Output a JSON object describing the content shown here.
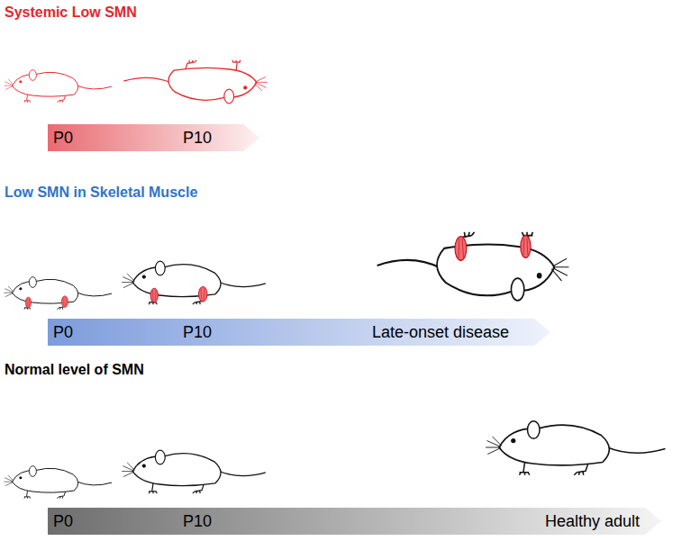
{
  "diagram": {
    "nodes": [
      {
        "text": [
          "P0",
          "P10"
        ]
      },
      {
        "text": [
          "P0",
          "P10",
          "Late-onset disease"
        ]
      },
      {
        "text": [
          "P0",
          "P10",
          "Healthy adult"
        ]
      }
    ],
    "labels": [
      "Systemic Low SMN",
      "Low SMN in Skeletal Muscle",
      "Normal level of SMN"
    ]
  }
}
